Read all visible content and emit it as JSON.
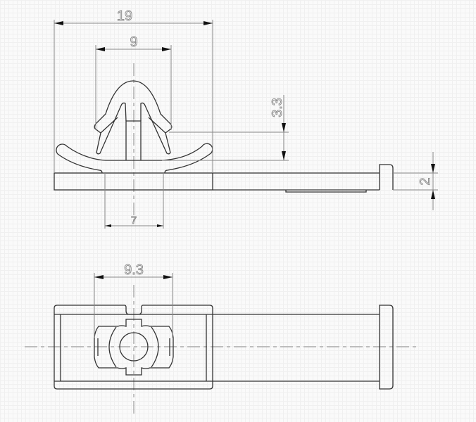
{
  "drawing": {
    "views": [
      "side-view",
      "top-view"
    ],
    "dimensions": {
      "overall_width": "19",
      "head_width": "9",
      "wing_height": "3.3",
      "plate_thickness": "2",
      "neck_width": "7",
      "slot_width": "9.3"
    },
    "colors": {
      "object_line": "#333333",
      "dimension_line": "#888888",
      "background": "#fafafa"
    }
  }
}
